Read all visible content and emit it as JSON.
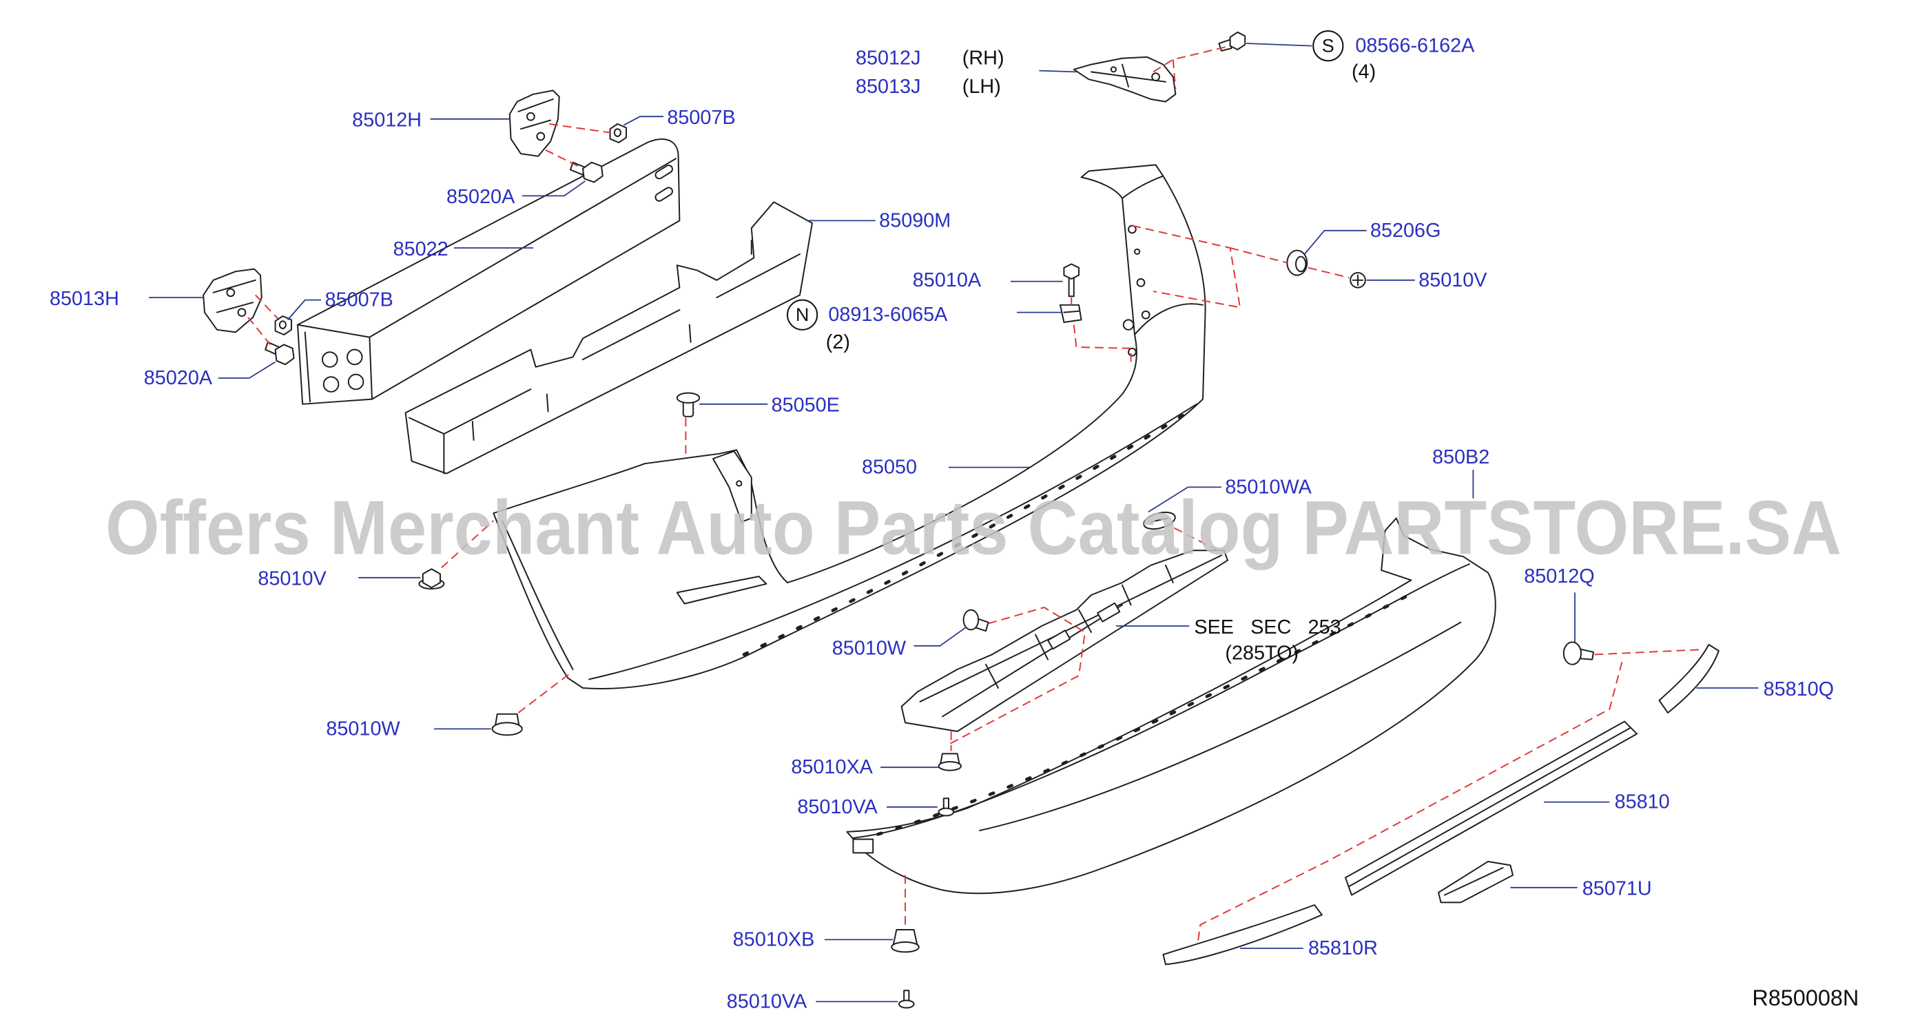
{
  "callouts": [
    "85012J",
    "85013J",
    "08566-6162A",
    "85012H",
    "85007B",
    "85020A",
    "85022",
    "85090M",
    "85013H",
    "85007B",
    "85020A",
    "85010A",
    "08913-6065A",
    "85206G",
    "85010V",
    "85050E",
    "85050",
    "85010WA",
    "850B2",
    "85010V",
    "85012Q",
    "85010W",
    "85810Q",
    "85010W",
    "85010XA",
    "85010VA",
    "85810",
    "85071U",
    "85010XB",
    "85810R",
    "85010VA"
  ],
  "annotations": {
    "rh": "(RH)",
    "lh": "(LH)",
    "qty_bolt_s": "(4)",
    "qty_bolt_n": "(2)",
    "symbol_s": "S",
    "symbol_n": "N",
    "see_section": "SEE SEC 253",
    "see_section_ref": "(285TO)"
  },
  "diagram_code": "R850008N",
  "watermark": "Offers Merchant Auto Parts Catalog PARTSTORE.SA",
  "colors": {
    "callout": "#2a2fc0",
    "leader": "#2a3a8c",
    "assembly_line": "#e0383a",
    "outline": "#1f1f1f",
    "watermark": "#c4c4c4"
  }
}
